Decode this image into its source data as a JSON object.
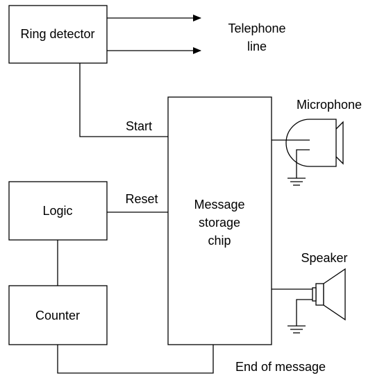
{
  "blocks": {
    "ring_detector": "Ring detector",
    "logic": "Logic",
    "counter": "Counter",
    "message_storage": [
      "Message",
      "storage",
      "chip"
    ]
  },
  "signals": {
    "start": "Start",
    "reset": "Reset",
    "end_of_message": "End of message"
  },
  "telephone_line": [
    "Telephone",
    "line"
  ],
  "microphone": "Microphone",
  "speaker": "Speaker"
}
